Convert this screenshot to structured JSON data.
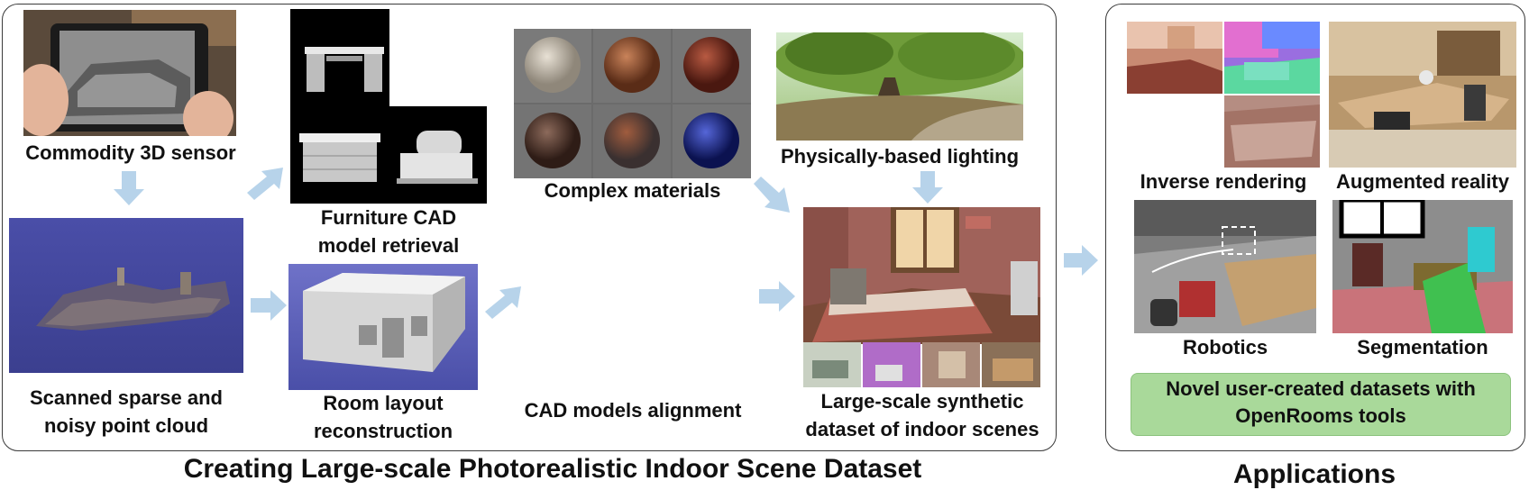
{
  "left_panel": {
    "title": "Creating Large-scale Photorealistic Indoor Scene Dataset",
    "labels": {
      "sensor": "Commodity 3D sensor",
      "cad_line1": "Furniture CAD",
      "cad_line2": "model retrieval",
      "materials": "Complex materials",
      "lighting": "Physically-based lighting",
      "scan_line1": "Scanned sparse and",
      "scan_line2": "noisy point cloud",
      "layout_line1": "Room layout",
      "layout_line2": "reconstruction",
      "alignment": "CAD models alignment",
      "synthetic_line1": "Large-scale synthetic",
      "synthetic_line2": "dataset of indoor scenes"
    }
  },
  "right_panel": {
    "title": "Applications",
    "labels": {
      "inverse": "Inverse rendering",
      "ar": "Augmented reality",
      "robotics": "Robotics",
      "segmentation": "Segmentation"
    },
    "novel_line1": "Novel user-created datasets with",
    "novel_line2": "OpenRooms tools"
  },
  "colors": {
    "arrow": "#b7d3ea",
    "frame_border": "#3a3a3a",
    "novel_bg": "#a9d99a"
  }
}
